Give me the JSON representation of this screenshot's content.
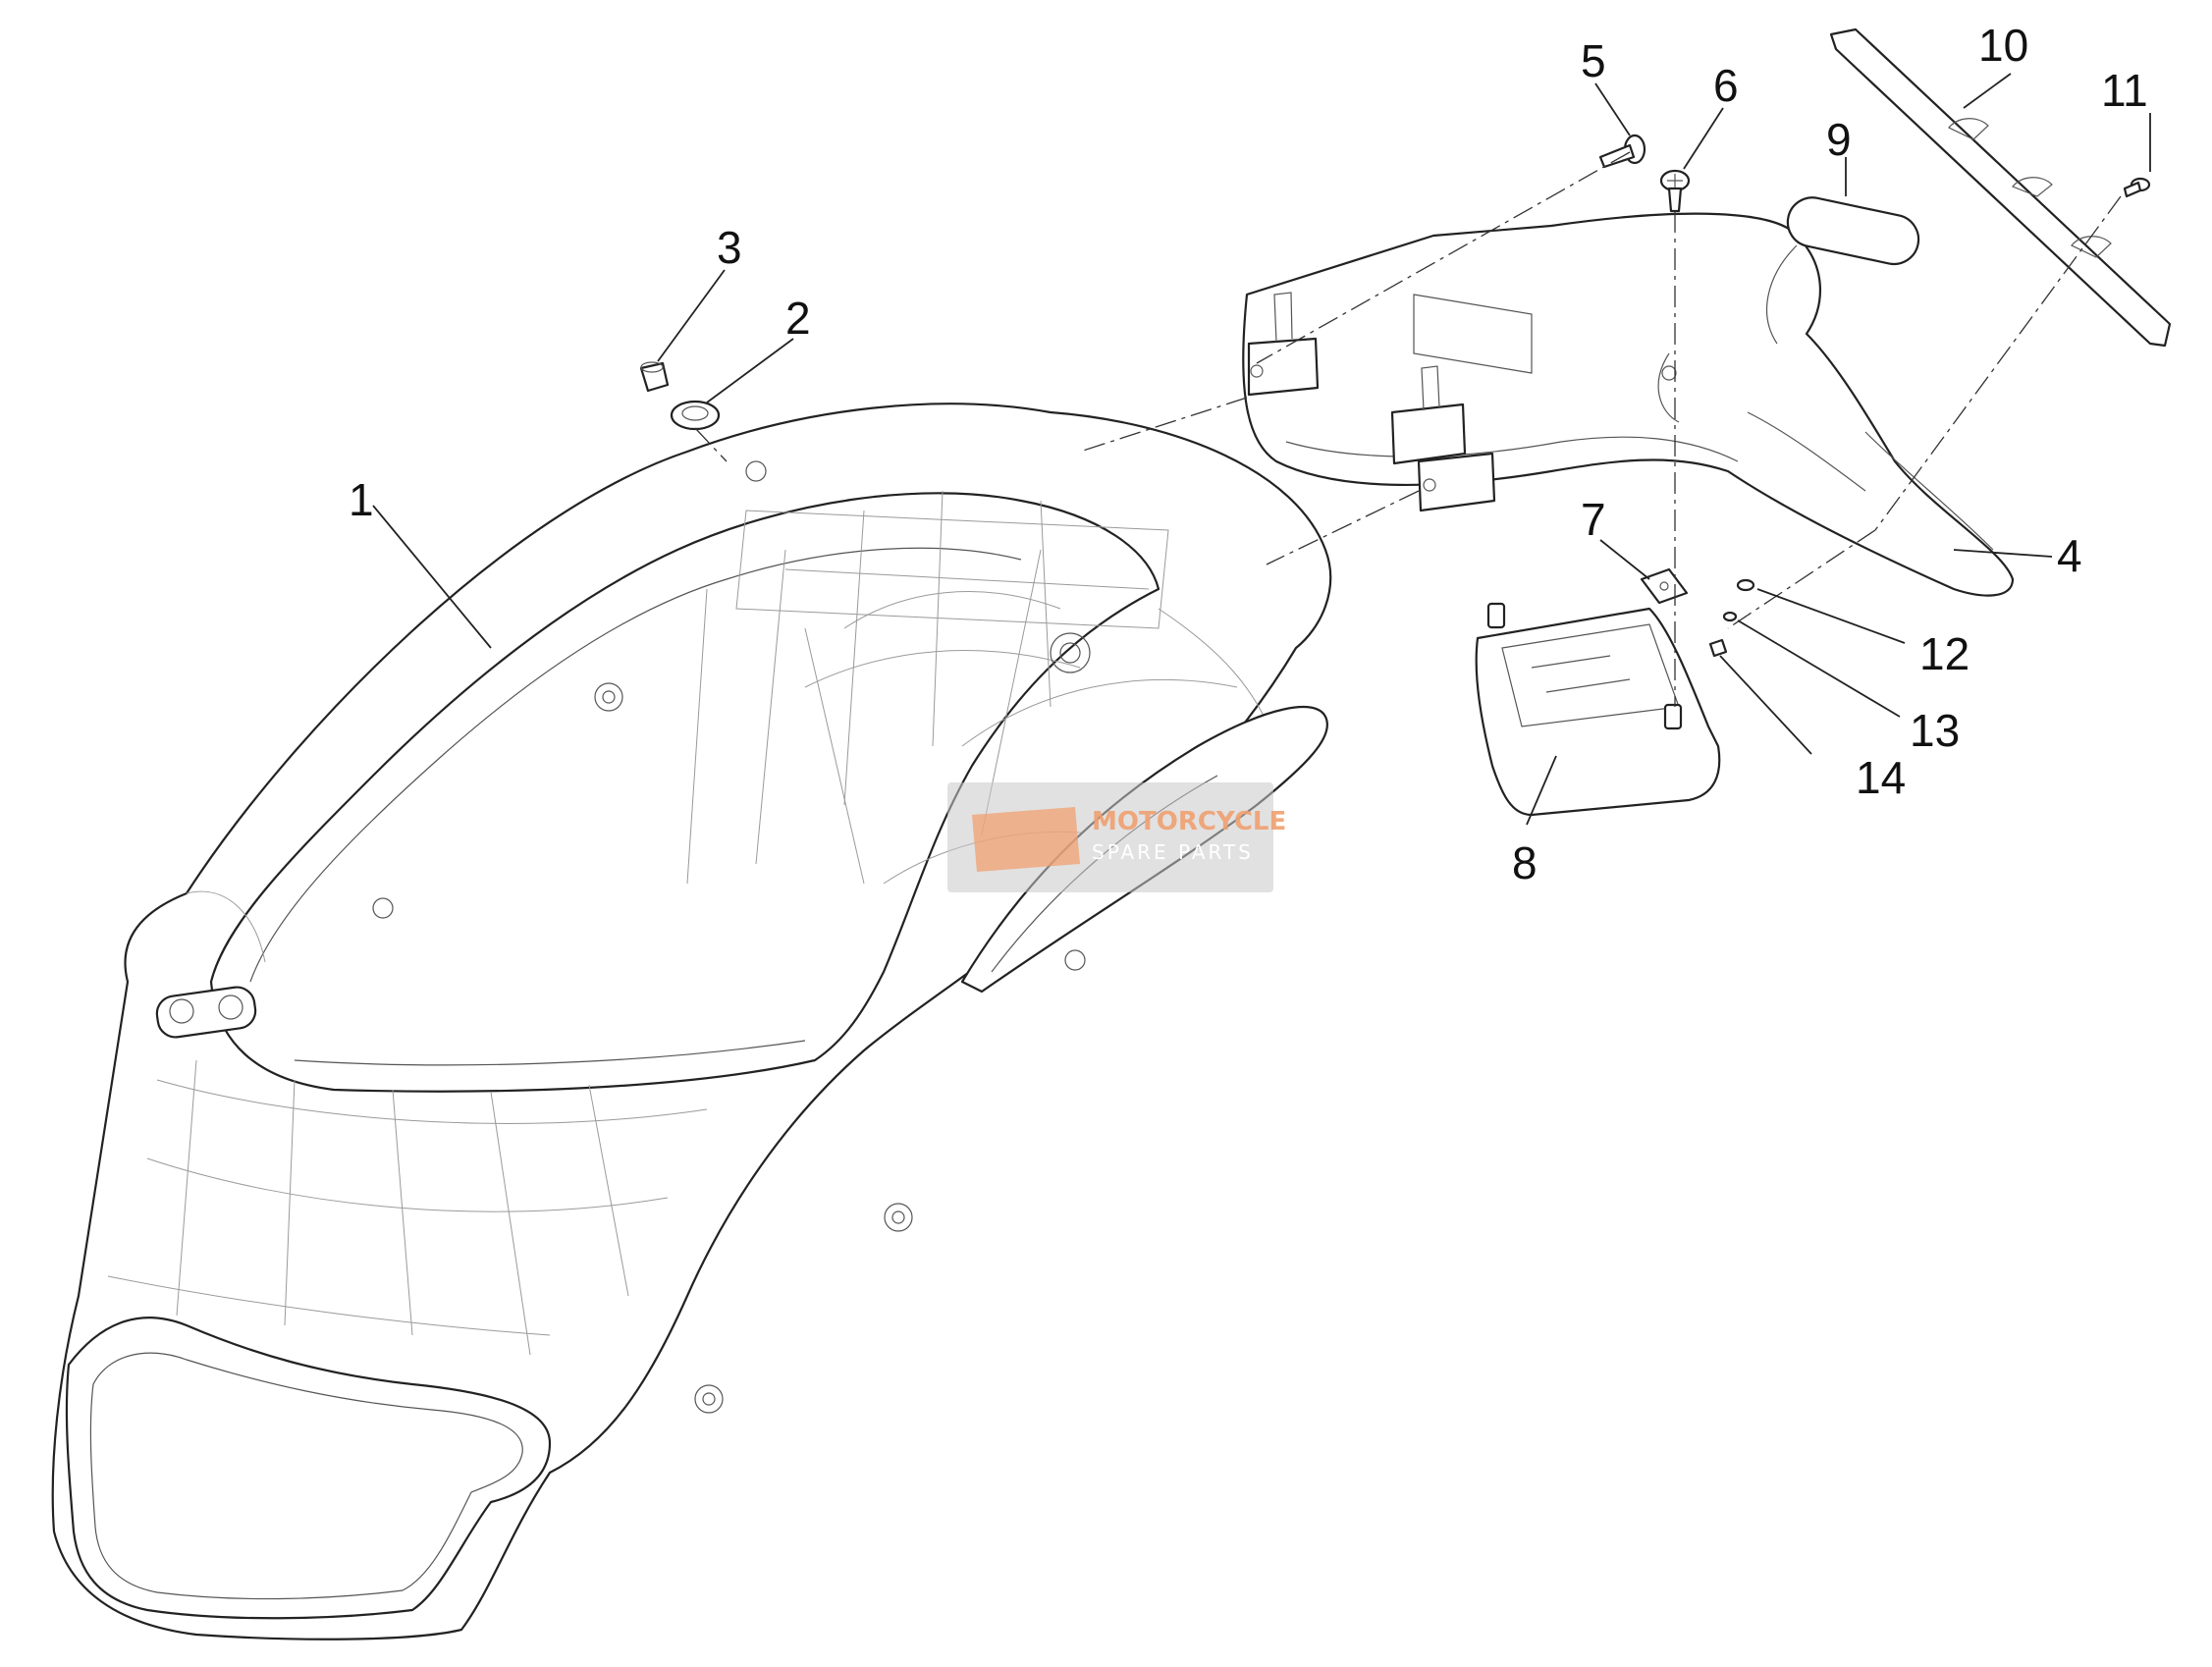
{
  "diagram": {
    "callouts": [
      {
        "id": 1,
        "label": "1"
      },
      {
        "id": 2,
        "label": "2"
      },
      {
        "id": 3,
        "label": "3"
      },
      {
        "id": 4,
        "label": "4"
      },
      {
        "id": 5,
        "label": "5"
      },
      {
        "id": 6,
        "label": "6"
      },
      {
        "id": 7,
        "label": "7"
      },
      {
        "id": 8,
        "label": "8"
      },
      {
        "id": 9,
        "label": "9"
      },
      {
        "id": 10,
        "label": "10"
      },
      {
        "id": 11,
        "label": "11"
      },
      {
        "id": 12,
        "label": "12"
      },
      {
        "id": 13,
        "label": "13"
      },
      {
        "id": 14,
        "label": "14"
      }
    ]
  },
  "watermark": {
    "line1": "MOTORCYCLE",
    "line2": "SPARE PARTS",
    "color": "#f0a070"
  }
}
